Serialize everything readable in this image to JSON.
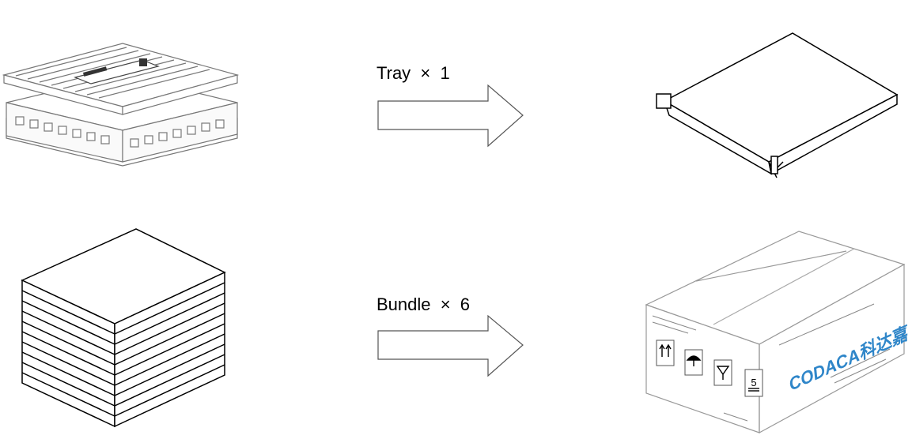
{
  "steps": [
    {
      "label": "Tray  ×  1"
    },
    {
      "label": "Bundle  ×  6"
    }
  ],
  "carton": {
    "brand": "CODACA科达嘉",
    "stack_limit": "5"
  },
  "colors": {
    "line": "#000000",
    "brand": "#2f86c9",
    "tray_line": "#777777"
  },
  "icons": [
    "tray-with-label",
    "sealed-bag",
    "bundle-stack",
    "shipping-carton",
    "right-arrow",
    "this-way-up-icon",
    "keep-dry-icon",
    "fragile-icon",
    "stack-limit-icon"
  ]
}
